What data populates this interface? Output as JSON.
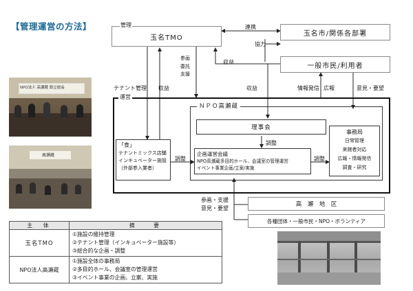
{
  "title": "【管理運営の方法】",
  "diagram": {
    "tamana_tmo": "玉名TMO",
    "label_kanri": "管理",
    "label_renkei": "連携",
    "city": "玉名市/関係各部署",
    "label_kyoryoku": "協力",
    "citizens": "一般市民/利用者",
    "label_sankaku": [
      "参画",
      "委託",
      "支援"
    ],
    "label_shueki_top": "収益",
    "label_tenant": "テナント管理",
    "label_shueki_left": "収益",
    "label_unei": "運営",
    "label_shueki_mid": "収益",
    "label_joho": "情報発信",
    "label_kokoku": "広報",
    "label_iken": "意見・要望",
    "npo_header": "ＮＰＯ高瀬蔵",
    "rijikai": "理事会",
    "label_chosei_center": "調整",
    "shoku_title": "「食」",
    "shoku_lines": [
      "テナントミックス店舗",
      "インキュベーター施設",
      "（外部参入業者）"
    ],
    "label_chosei_left": "調整",
    "kikaku_title": "企画運営会議",
    "kikaku_lines": [
      "NPO高瀬蔵多目的ホール、会議室の管理運営",
      "イベント事業企画/立案/実施"
    ],
    "label_chosei_right": "調整",
    "jimukyoku_title": "事務局",
    "jimukyoku_lines": [
      "日常管理",
      "来館者対応",
      "広報・情報発信",
      "調査・研究"
    ],
    "label_sankaku_shien": "参画・支援",
    "label_iken_bottom": "意見・要望",
    "takase": "高　瀬　地　区",
    "groups": "各種団体・一般市民・NPO・ボランティア"
  },
  "table": {
    "headers": [
      "主　体",
      "摘　　要"
    ],
    "rows": [
      {
        "entity": "玉名TMO",
        "items": [
          "①施設の維持管理",
          "②テナント管理（インキュベーター施設等）",
          "③総合的な企画・調整"
        ]
      },
      {
        "entity": "NPO法人高瀬蔵",
        "items": [
          "①施設全体の事務局",
          "②多目的ホール、会議室の管理運営",
          "③イベント事業の企画、立案、実施"
        ]
      }
    ]
  },
  "photos": {
    "meeting_banner": "NPO法人 高瀬蔵 設立総会",
    "meeting2_banner": "高瀬蔵"
  }
}
